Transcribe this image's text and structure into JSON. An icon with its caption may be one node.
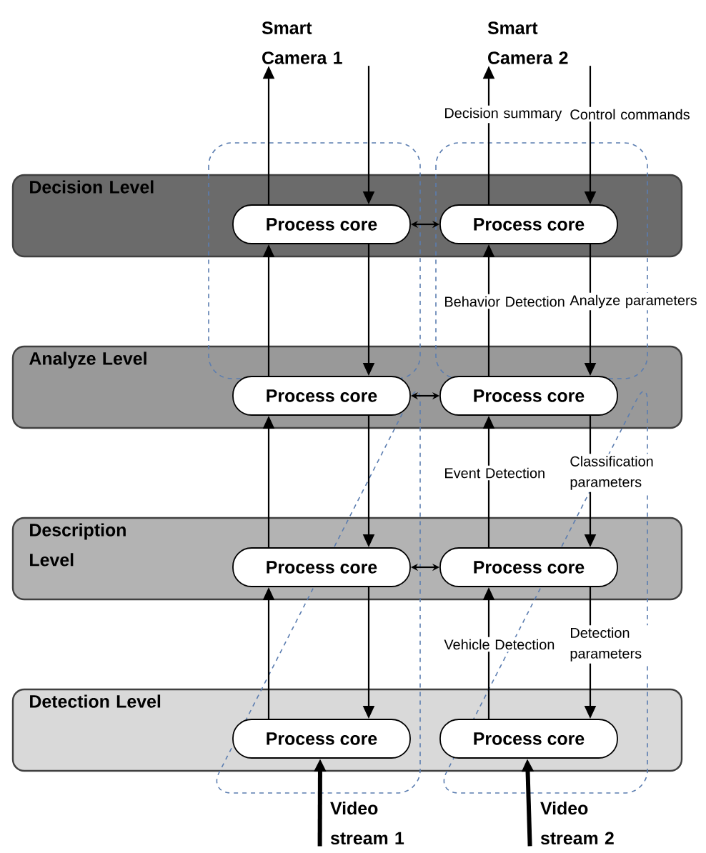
{
  "diagram": {
    "nodes": [
      {
        "text": [
          "Decision Level"
        ]
      },
      {
        "text": [
          "Process core"
        ],
        "in": 0
      },
      {
        "text": [
          "Process core"
        ],
        "in": 0
      },
      {
        "text": [
          "Analyze Level"
        ]
      },
      {
        "text": [
          "Process core"
        ],
        "in": 3
      },
      {
        "text": [
          "Process core"
        ],
        "in": 3
      },
      {
        "text": [
          "Description Level"
        ]
      },
      {
        "text": [
          "Process core"
        ],
        "in": 6
      },
      {
        "text": [
          "Process core"
        ],
        "in": 6
      },
      {
        "text": [
          "Detection Level"
        ]
      },
      {
        "text": [
          "Process core"
        ],
        "in": 9
      },
      {
        "text": [
          "Process core"
        ],
        "in": 9
      },
      {
        "text": [
          "Smart Camera 1"
        ]
      },
      {
        "text": [
          "Smart Camera 2"
        ]
      },
      {
        "text": [
          "Video stream 1"
        ]
      },
      {
        "text": [
          "Video stream 2"
        ]
      }
    ],
    "edges": [
      {
        "from": 1,
        "to": 12,
        "arrow": "to"
      },
      {
        "from": 12,
        "to": 1,
        "arrow": "to"
      },
      {
        "from": 2,
        "to": 13,
        "arrow": "to",
        "label": "Decision summary"
      },
      {
        "from": 13,
        "to": 2,
        "arrow": "to",
        "label": "Control commands"
      },
      {
        "from": 1,
        "to": 2,
        "arrow": "both"
      },
      {
        "from": 4,
        "to": 1,
        "arrow": "to"
      },
      {
        "from": 1,
        "to": 4,
        "arrow": "to"
      },
      {
        "from": 5,
        "to": 2,
        "arrow": "to",
        "label": "Behavior Detection"
      },
      {
        "from": 2,
        "to": 5,
        "arrow": "to",
        "label": "Analyze parameters"
      },
      {
        "from": 4,
        "to": 5,
        "arrow": "both"
      },
      {
        "from": 7,
        "to": 4,
        "arrow": "to"
      },
      {
        "from": 4,
        "to": 7,
        "arrow": "to"
      },
      {
        "from": 8,
        "to": 5,
        "arrow": "to",
        "label": "Event Detection"
      },
      {
        "from": 5,
        "to": 8,
        "arrow": "to",
        "label": "Classification parameters"
      },
      {
        "from": 7,
        "to": 8,
        "arrow": "both"
      },
      {
        "from": 10,
        "to": 7,
        "arrow": "to"
      },
      {
        "from": 7,
        "to": 10,
        "arrow": "to"
      },
      {
        "from": 11,
        "to": 8,
        "arrow": "to",
        "label": "Vehicle Detection"
      },
      {
        "from": 8,
        "to": 11,
        "arrow": "to",
        "label": "Detection parameters"
      },
      {
        "from": 14,
        "to": 10,
        "arrow": "to",
        "style": "thick"
      },
      {
        "from": 15,
        "to": 11,
        "arrow": "to",
        "style": "thick"
      }
    ]
  }
}
